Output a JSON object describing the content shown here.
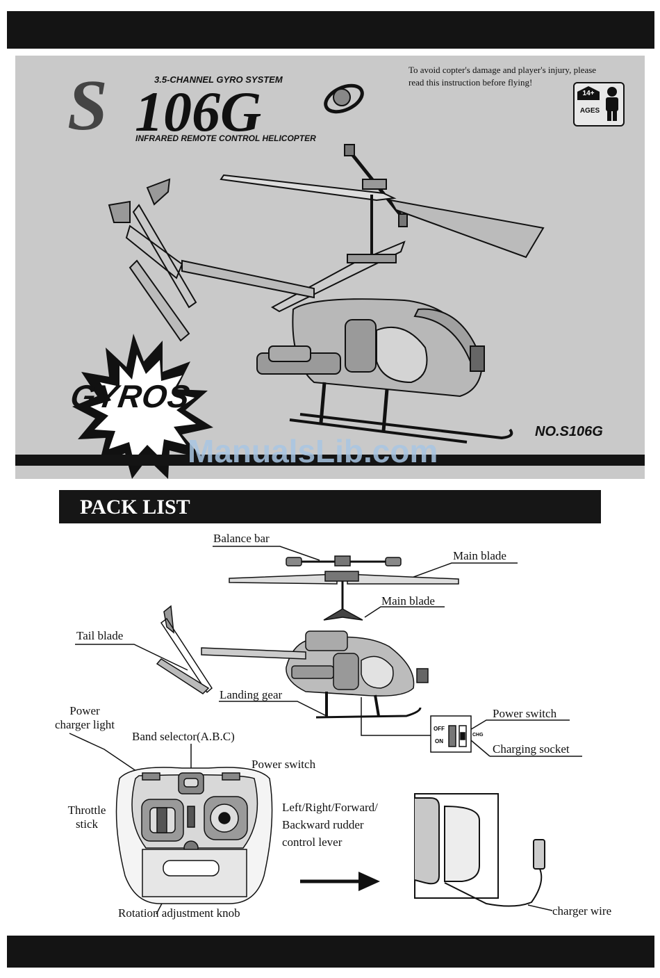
{
  "cover": {
    "system_label": "3.5-CHANNEL GYRO SYSTEM",
    "brand_s": "S",
    "brand_number": "106G",
    "subtitle": "INFRARED REMOTE CONTROL HELICOPTER",
    "warning_line1": "To avoid copter's damage and player's injury, please",
    "warning_line2": "read this instruction before flying!",
    "age_number": "14+",
    "age_label": "AGES",
    "gyros_badge": "GYROS",
    "model_number": "NO.S106G"
  },
  "watermark": "ManualsLib.com",
  "pack_list": {
    "title": "PACK LIST",
    "labels": {
      "balance_bar": "Balance bar",
      "main_blade_top": "Main blade",
      "main_blade_lower": "Main blade",
      "tail_blade": "Tail blade",
      "landing_gear": "Landing gear",
      "power_switch_heli": "Power switch",
      "charging_socket": "Charging socket",
      "switch_off": "OFF",
      "switch_on": "ON",
      "switch_chg": "CHG",
      "power_charger_light_1": "Power",
      "power_charger_light_2": "charger light",
      "band_selector": "Band selector(A.B.C)",
      "power_switch_remote": "Power switch",
      "throttle_1": "Throttle",
      "throttle_2": "stick",
      "rudder_1": "Left/Right/Forward/",
      "rudder_2": "Backward rudder",
      "rudder_3": "control lever",
      "rotation_knob": "Rotation adjustment knob",
      "charger_wire": "charger wire"
    }
  },
  "colors": {
    "cover_bg": "#c9c9c9",
    "bars": "#141414",
    "watermark": "#a9c6e3"
  }
}
